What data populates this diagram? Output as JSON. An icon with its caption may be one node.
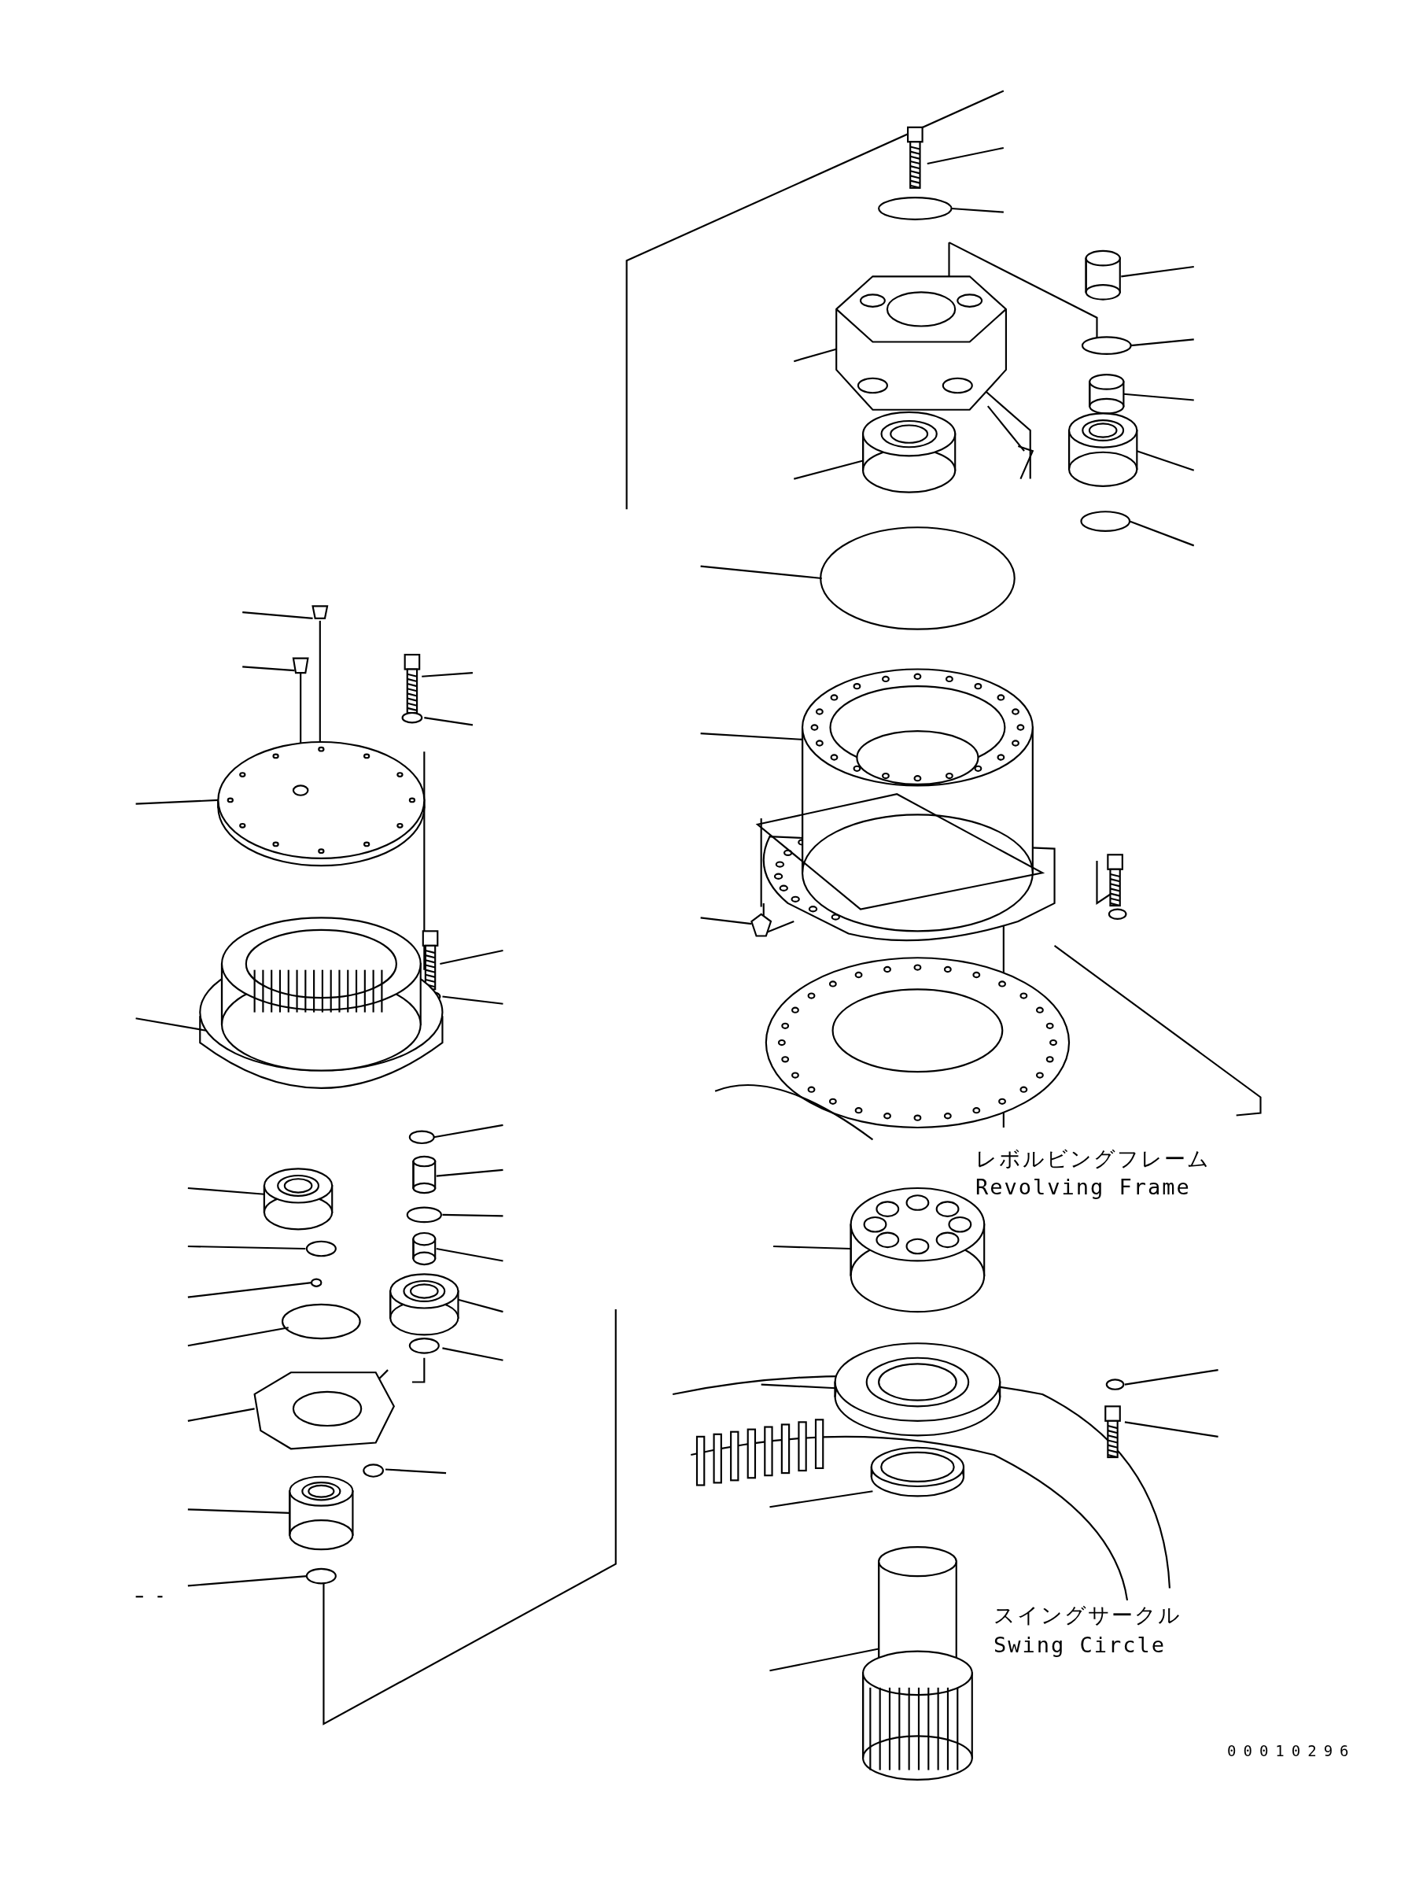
{
  "diagram": {
    "labels": [
      "レボルビングフレーム",
      "Revolving Frame",
      "スイングサークル",
      "Swing Circle",
      "00010296"
    ]
  }
}
